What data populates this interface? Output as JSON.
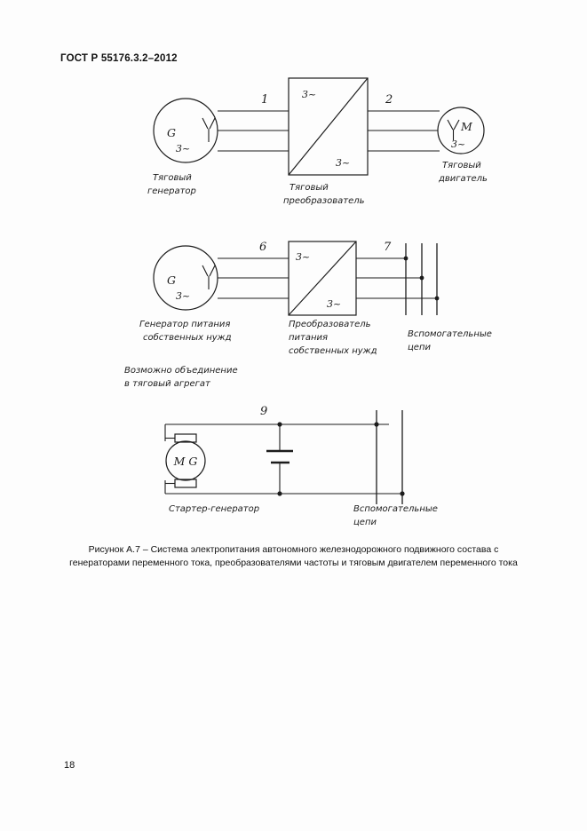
{
  "document": {
    "header": "ГОСТ Р 55176.3.2–2012",
    "page_number": "18",
    "caption": "Рисунок А.7 – Система электропитания автономного железнодорожного подвижного состава с генераторами переменного тока, преобразователями частоты и тяговым двигателем переменного тока"
  },
  "figure": {
    "id": "А.7",
    "diagrams": [
      {
        "name": "traction-chain",
        "source": {
          "type": "generator",
          "symbols": [
            "G",
            "Y",
            "3~"
          ],
          "label": "Тяговый\nгенератор",
          "label_line1": "Тяговый",
          "label_line2": "генератор"
        },
        "converter": {
          "type": "converter-box",
          "symbol_top": "3~",
          "symbol_bottom": "3~",
          "label_line1": "Тяговый",
          "label_line2": "преобразователь"
        },
        "load": {
          "type": "motor",
          "symbols": [
            "Y",
            "M",
            "3~"
          ],
          "label_line1": "Тяговый",
          "label_line2": "двигатель"
        },
        "line_numbers": [
          "1",
          "2"
        ]
      },
      {
        "name": "auxiliary-chain",
        "source": {
          "type": "generator",
          "symbols": [
            "G",
            "Y",
            "3~"
          ],
          "label_line1": "Генератор питания",
          "label_line2": "собственных нужд"
        },
        "converter": {
          "type": "converter-box",
          "symbol_top": "3~",
          "symbol_bottom": "3~",
          "label_line1": "Преобразователь",
          "label_line2": "питания",
          "label_line3": "собственных нужд"
        },
        "load": {
          "type": "three-phase-bus",
          "label_line1": "Вспомогательные",
          "label_line2": "цепи"
        },
        "line_numbers": [
          "6",
          "7"
        ],
        "note_line1": "Возможно объединение",
        "note_line2": "в тяговый агрегат"
      },
      {
        "name": "starter-generator-chain",
        "source": {
          "type": "dc-machine",
          "symbols": [
            "M",
            "G"
          ],
          "label": "Стартер-генератор"
        },
        "storage": {
          "type": "battery"
        },
        "load": {
          "type": "dc-bus",
          "label_line1": "Вспомогательные",
          "label_line2": "цепи"
        },
        "line_numbers": [
          "9"
        ]
      }
    ]
  },
  "colors": {
    "ink": "#1c1c1c",
    "paper": "#fdfdfd",
    "text": "#111111"
  }
}
